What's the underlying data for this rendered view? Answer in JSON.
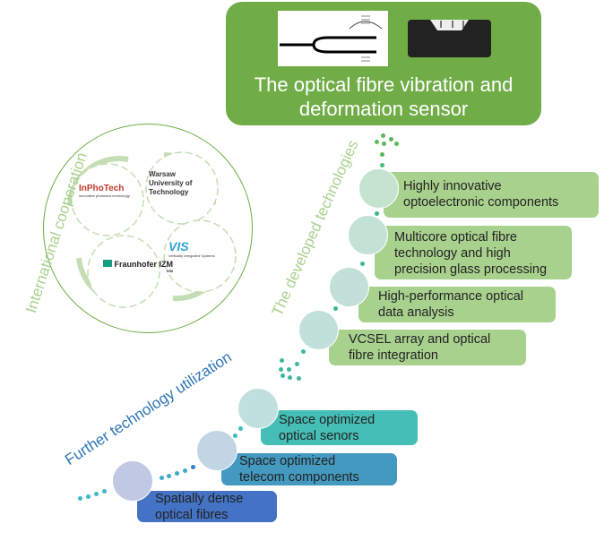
{
  "sensor": {
    "title_line1": "The optical fibre vibration and",
    "title_line2": "deformation sensor",
    "icons": [
      "tuning-fork-fibre-icon",
      "grooved-substrate-icon"
    ]
  },
  "cooperation": {
    "label": "International cooperation",
    "partners": [
      "Warsaw University of Technology",
      "InPhoTech",
      "Fraunhofer IZM",
      "VIS"
    ],
    "inphotech_sub": "innovative photonics technology",
    "fraunhofer_sub": "IZM",
    "vis_sub": "Vertically Integrated Systems"
  },
  "developed": {
    "label": "The developed technologies",
    "items": [
      {
        "line1": "Highly innovative",
        "line2": "optoelectronic components"
      },
      {
        "line1": "Multicore optical fibre",
        "line2": "technology and high",
        "line3": "precision glass processing"
      },
      {
        "line1": "High-performance optical",
        "line2": "data analysis"
      },
      {
        "line1": "VCSEL array and optical",
        "line2": "fibre integration"
      }
    ]
  },
  "further": {
    "label": "Further technology utilization",
    "items": [
      {
        "line1": "Space optimized",
        "line2": "optical senors"
      },
      {
        "line1": "Space optimized",
        "line2": "telecom components"
      },
      {
        "line1": "Spatially dense",
        "line2": "optical fibres"
      }
    ]
  },
  "colors": {
    "sensor_box": "#70ad47",
    "developed_box": "#a9d18e",
    "senors_box": "#45bfb5",
    "telecom_box": "#4499c0",
    "fibres_box": "#4472c4",
    "further_label": "#2e75b6"
  }
}
